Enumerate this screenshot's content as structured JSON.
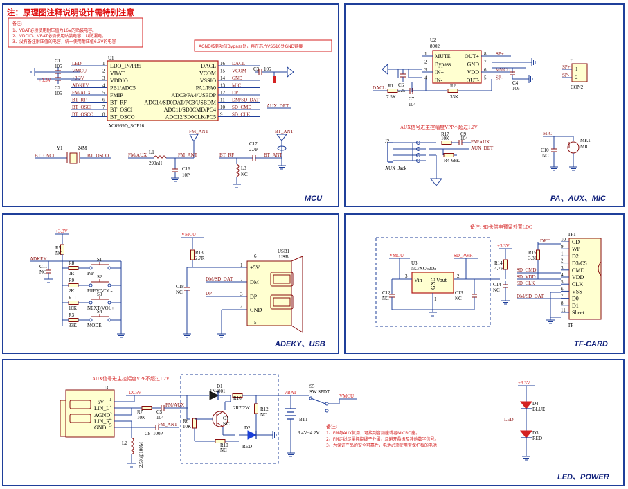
{
  "header": {
    "title": "注：原理图注释说明设计需特别注意",
    "notes_head": "备注:",
    "notes": [
      "1、VBAT必须使用耐压值为16V的贴装电容。",
      "2、VDDIO、VBAT必须使用贴装电容，以防漏电。",
      "3、没有备注耐压值的电容，统一使用耐压值6.3V的电容"
    ],
    "agnd_note": "AGND按到功放Bypass处，再在芯片VSS10处GND链接"
  },
  "sections": {
    "mcu": "MCU",
    "pa": "PA、AUX、MIC",
    "adkey": "ADEKY、USB",
    "tf": "TF-CARD",
    "led": "LED、POWER"
  },
  "mcu": {
    "ref": "U1",
    "part": "AC6969D_SOP16",
    "left_pins": [
      {
        "num": "1",
        "name": "LDO_IN/PB5",
        "net": "LED"
      },
      {
        "num": "2",
        "name": "VBAT",
        "net": "VMCU"
      },
      {
        "num": "3",
        "name": "VDDIO",
        "net": "+3.3V"
      },
      {
        "num": "4",
        "name": "PB1/ADC5",
        "net": "ADKEY"
      },
      {
        "num": "5",
        "name": "FMIP",
        "net": "FM/AUX"
      },
      {
        "num": "6",
        "name": "BT_RF",
        "net": "BT_RF"
      },
      {
        "num": "7",
        "name": "BT_OSCI",
        "net": "BT_OSCI"
      },
      {
        "num": "8",
        "name": "BT_OSCO",
        "net": "BT_OSCO"
      }
    ],
    "right_pins": [
      {
        "num": "16",
        "name": "DACL",
        "net": "DACL"
      },
      {
        "num": "15",
        "name": "VCOM",
        "net": "VCOM"
      },
      {
        "num": "14",
        "name": "VSSIO",
        "net": "GND"
      },
      {
        "num": "13",
        "name": "PA1/PA0",
        "net": "MIC"
      },
      {
        "num": "12",
        "name": "ADC3/PA4/USBDP",
        "net": "DP"
      },
      {
        "num": "11",
        "name": "ADC14/SD0DAT/PC3/USBDM",
        "net": "DM/SD_DAT"
      },
      {
        "num": "10",
        "name": "ADC11/SD0CMD/PC4",
        "net": "SD_CMD"
      },
      {
        "num": "9",
        "name": "ADC12/SD0CLK/PC5",
        "net": "SD_CLK"
      }
    ],
    "aux_det": "AUX_DET",
    "c1": {
      "ref": "C1",
      "val": "105"
    },
    "c2": {
      "ref": "C2",
      "val": "105"
    },
    "c3": {
      "ref": "C3",
      "val": "105"
    },
    "y1": {
      "ref": "Y1",
      "val": "24M",
      "left": "BT_OSCI",
      "right": "BT_OSCO"
    },
    "fm": {
      "ant": "FM_ANT",
      "in": "FM/AUX",
      "l1": "L1",
      "l1v": "290nH",
      "c16": "C16",
      "c16v": "10P",
      "net": "FM_ANT"
    },
    "bt": {
      "ant": "BT_ANT",
      "rf": "BT_RF",
      "c17": "C17",
      "c17v": "2.7P",
      "l3": "L3",
      "l3v": "NC",
      "net": "BT_ANT"
    }
  },
  "pa": {
    "ref": "U2",
    "part": "8002",
    "left_pins": [
      {
        "num": "1",
        "name": "MUTE"
      },
      {
        "num": "2",
        "name": "Bypass"
      },
      {
        "num": "3",
        "name": "IN+"
      },
      {
        "num": "4",
        "name": "IN-"
      }
    ],
    "right_pins": [
      {
        "num": "8",
        "name": "OUT+",
        "net": "SP+"
      },
      {
        "num": "7",
        "name": "GND",
        "net": ""
      },
      {
        "num": "6",
        "name": "VDD",
        "net": "VMCU"
      },
      {
        "num": "5",
        "name": "OUT-",
        "net": "SP-"
      }
    ],
    "c6": "C6",
    "c6v": "225",
    "r1": "R1",
    "r1v": "7.5K",
    "c7": "C7",
    "c7v": "104",
    "r2": "R2",
    "r2v": "33K",
    "c4": "C4",
    "c4v": "106",
    "dacl": "DACL",
    "j1": "J1",
    "j1pins": [
      "SP+",
      "SP-"
    ],
    "j1part": "CON2",
    "aux_note": "AUX信号进主控幅度VPP不超过1.2V",
    "j2": "J2",
    "aux_jack": "AUX_Jack",
    "r17": "R17",
    "r17v": "10K",
    "c9": "C9",
    "c9v": "104",
    "r4": "R4",
    "r4v": "68K",
    "aux_fm": "FM/AUX",
    "aux_det": "AUX_DET",
    "mic": "MIC",
    "mk1": "MK1",
    "mk1name": "MIC",
    "c10": "C10",
    "c10v": "NC"
  },
  "adkey": {
    "vcc": "+3.3V",
    "r5": "R5",
    "r5v": "NC",
    "adkey": "ADKEY",
    "c11": "C11",
    "c11v": "NC",
    "keys": [
      {
        "r": "R8",
        "rv": "0R",
        "s": "S1",
        "name": "P/P"
      },
      {
        "r": "R9",
        "rv": "2K",
        "s": "S2",
        "name": "PREV/VOL-"
      },
      {
        "r": "R11",
        "rv": "10K",
        "s": "S3",
        "name": "NEXT/VOL+"
      },
      {
        "r": "R3",
        "rv": "33K",
        "s": "S4",
        "name": "MODE"
      }
    ],
    "vmcu": "VMCU",
    "r13": "R13",
    "r13v": "2.7R",
    "c18": "C18",
    "c18v": "NC",
    "dm": "DM/SD_DAT",
    "dp": "DP",
    "usb": "USB1",
    "usbpart": "USB",
    "usbpins": [
      {
        "num": "1",
        "name": "+5V"
      },
      {
        "num": "2",
        "name": "DM"
      },
      {
        "num": "3",
        "name": "DP"
      },
      {
        "num": "4",
        "name": "GND"
      }
    ],
    "shield1": "6",
    "shield2": "5"
  },
  "tf": {
    "note": "备注: SD卡供电预留外置LDO",
    "vmcu": "VMCU",
    "sd_pwr": "SD_PWR",
    "u3": "U3",
    "u3part": "NC/XC6206",
    "u3pins": {
      "vin": "Vin",
      "gnd": "GND",
      "vout": "Vout",
      "p3": "3",
      "p1": "1",
      "p2": "2"
    },
    "c12": "C12",
    "c12v": "NC",
    "c13": "C13",
    "c13v": "NC",
    "vcc": "+3.3V",
    "r14": "R14",
    "r14v": "4.7R",
    "c14": "C14",
    "c14v": "NC",
    "r15": "R15",
    "r15v": "3.3K",
    "det": "DET",
    "nets": [
      "SD_CMD",
      "SD_VDD",
      "SD_CLK",
      "DM/SD_DAT"
    ],
    "tf1": "TF1",
    "tfpart": "TF",
    "pins": [
      {
        "num": "10",
        "name": "CD"
      },
      {
        "num": "9",
        "name": "WP"
      },
      {
        "num": "1",
        "name": "D2"
      },
      {
        "num": "2",
        "name": "D3/CS"
      },
      {
        "num": "3",
        "name": "CMD"
      },
      {
        "num": "4",
        "name": "VDD"
      },
      {
        "num": "5",
        "name": "CLK"
      },
      {
        "num": "6",
        "name": "VSS"
      },
      {
        "num": "7",
        "name": "D0"
      },
      {
        "num": "8",
        "name": "D1"
      },
      {
        "num": "11",
        "name": "Sheet"
      }
    ]
  },
  "power": {
    "aux_note": "AUX信号进主控幅度VPP不超过1.2V",
    "j3": "J3",
    "j3pins": [
      {
        "num": "1",
        "name": "+5V"
      },
      {
        "num": "2",
        "name": "LIN_L"
      },
      {
        "num": "3",
        "name": "AGND"
      },
      {
        "num": "4",
        "name": "LIN_R"
      },
      {
        "num": "5",
        "name": "GND"
      }
    ],
    "dc5v": "DC5V",
    "r7": "R7",
    "r7v": "10K",
    "c5": "C5",
    "c5v": "104",
    "fm_aux": "FM/AUX",
    "c8": "C8",
    "c8v": "100P",
    "fm_ant": "FM_ANT",
    "l2": "L2",
    "l2v": "2.5K@100M",
    "d1": "D1",
    "d1v": "1N4001",
    "r16": "R16",
    "r16v": "2R7/2W",
    "r6": "R6",
    "r6v": "10K",
    "q1": "Q1",
    "q1v": "NC",
    "r10": "R10",
    "r10v": "NC",
    "r12": "R12",
    "r12v": "NC",
    "d2": "D2",
    "d2v": "RED",
    "vbat": "VBAT",
    "bt1": "BT1",
    "bt1v": "3.4V~4.2V",
    "s5": "S5",
    "s5v": "SW SPDT",
    "vmcu": "VMCU",
    "notes_head": "备注:",
    "notes": [
      "1、FM与AUX复用，可接到音频座或者MICRO座。",
      "2、FM走线尽量拥绕线子外围，且避开晶振及其他数字信号。",
      "3、为保证产品的安全可靠性，电池必须使用带保护板的电池"
    ],
    "led_vcc": "+3.3V",
    "d4": "D4",
    "d4v": "BLUE",
    "d3": "D3",
    "d3v": "RED",
    "led": "LED"
  }
}
